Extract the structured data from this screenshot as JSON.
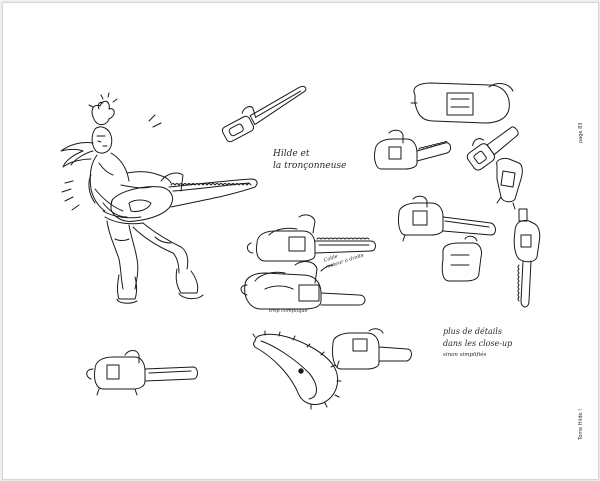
{
  "page": {
    "page_number": "page 83",
    "margin_label": "Tome Hilde !"
  },
  "notes": {
    "title_line1": "Hilde et",
    "title_line2": "la tronçonneuse",
    "cable_note_line1": "Cable",
    "cable_note_line2": "moteur à droite",
    "simplified_note": "trop compliqué",
    "details_line1": "plus de détails",
    "details_line2": "dans les close-up",
    "details_line3": "sinon simplifiés"
  },
  "colors": {
    "ink": "#1a1a1a",
    "paper": "#ffffff",
    "backdrop": "#f4f4f4"
  }
}
